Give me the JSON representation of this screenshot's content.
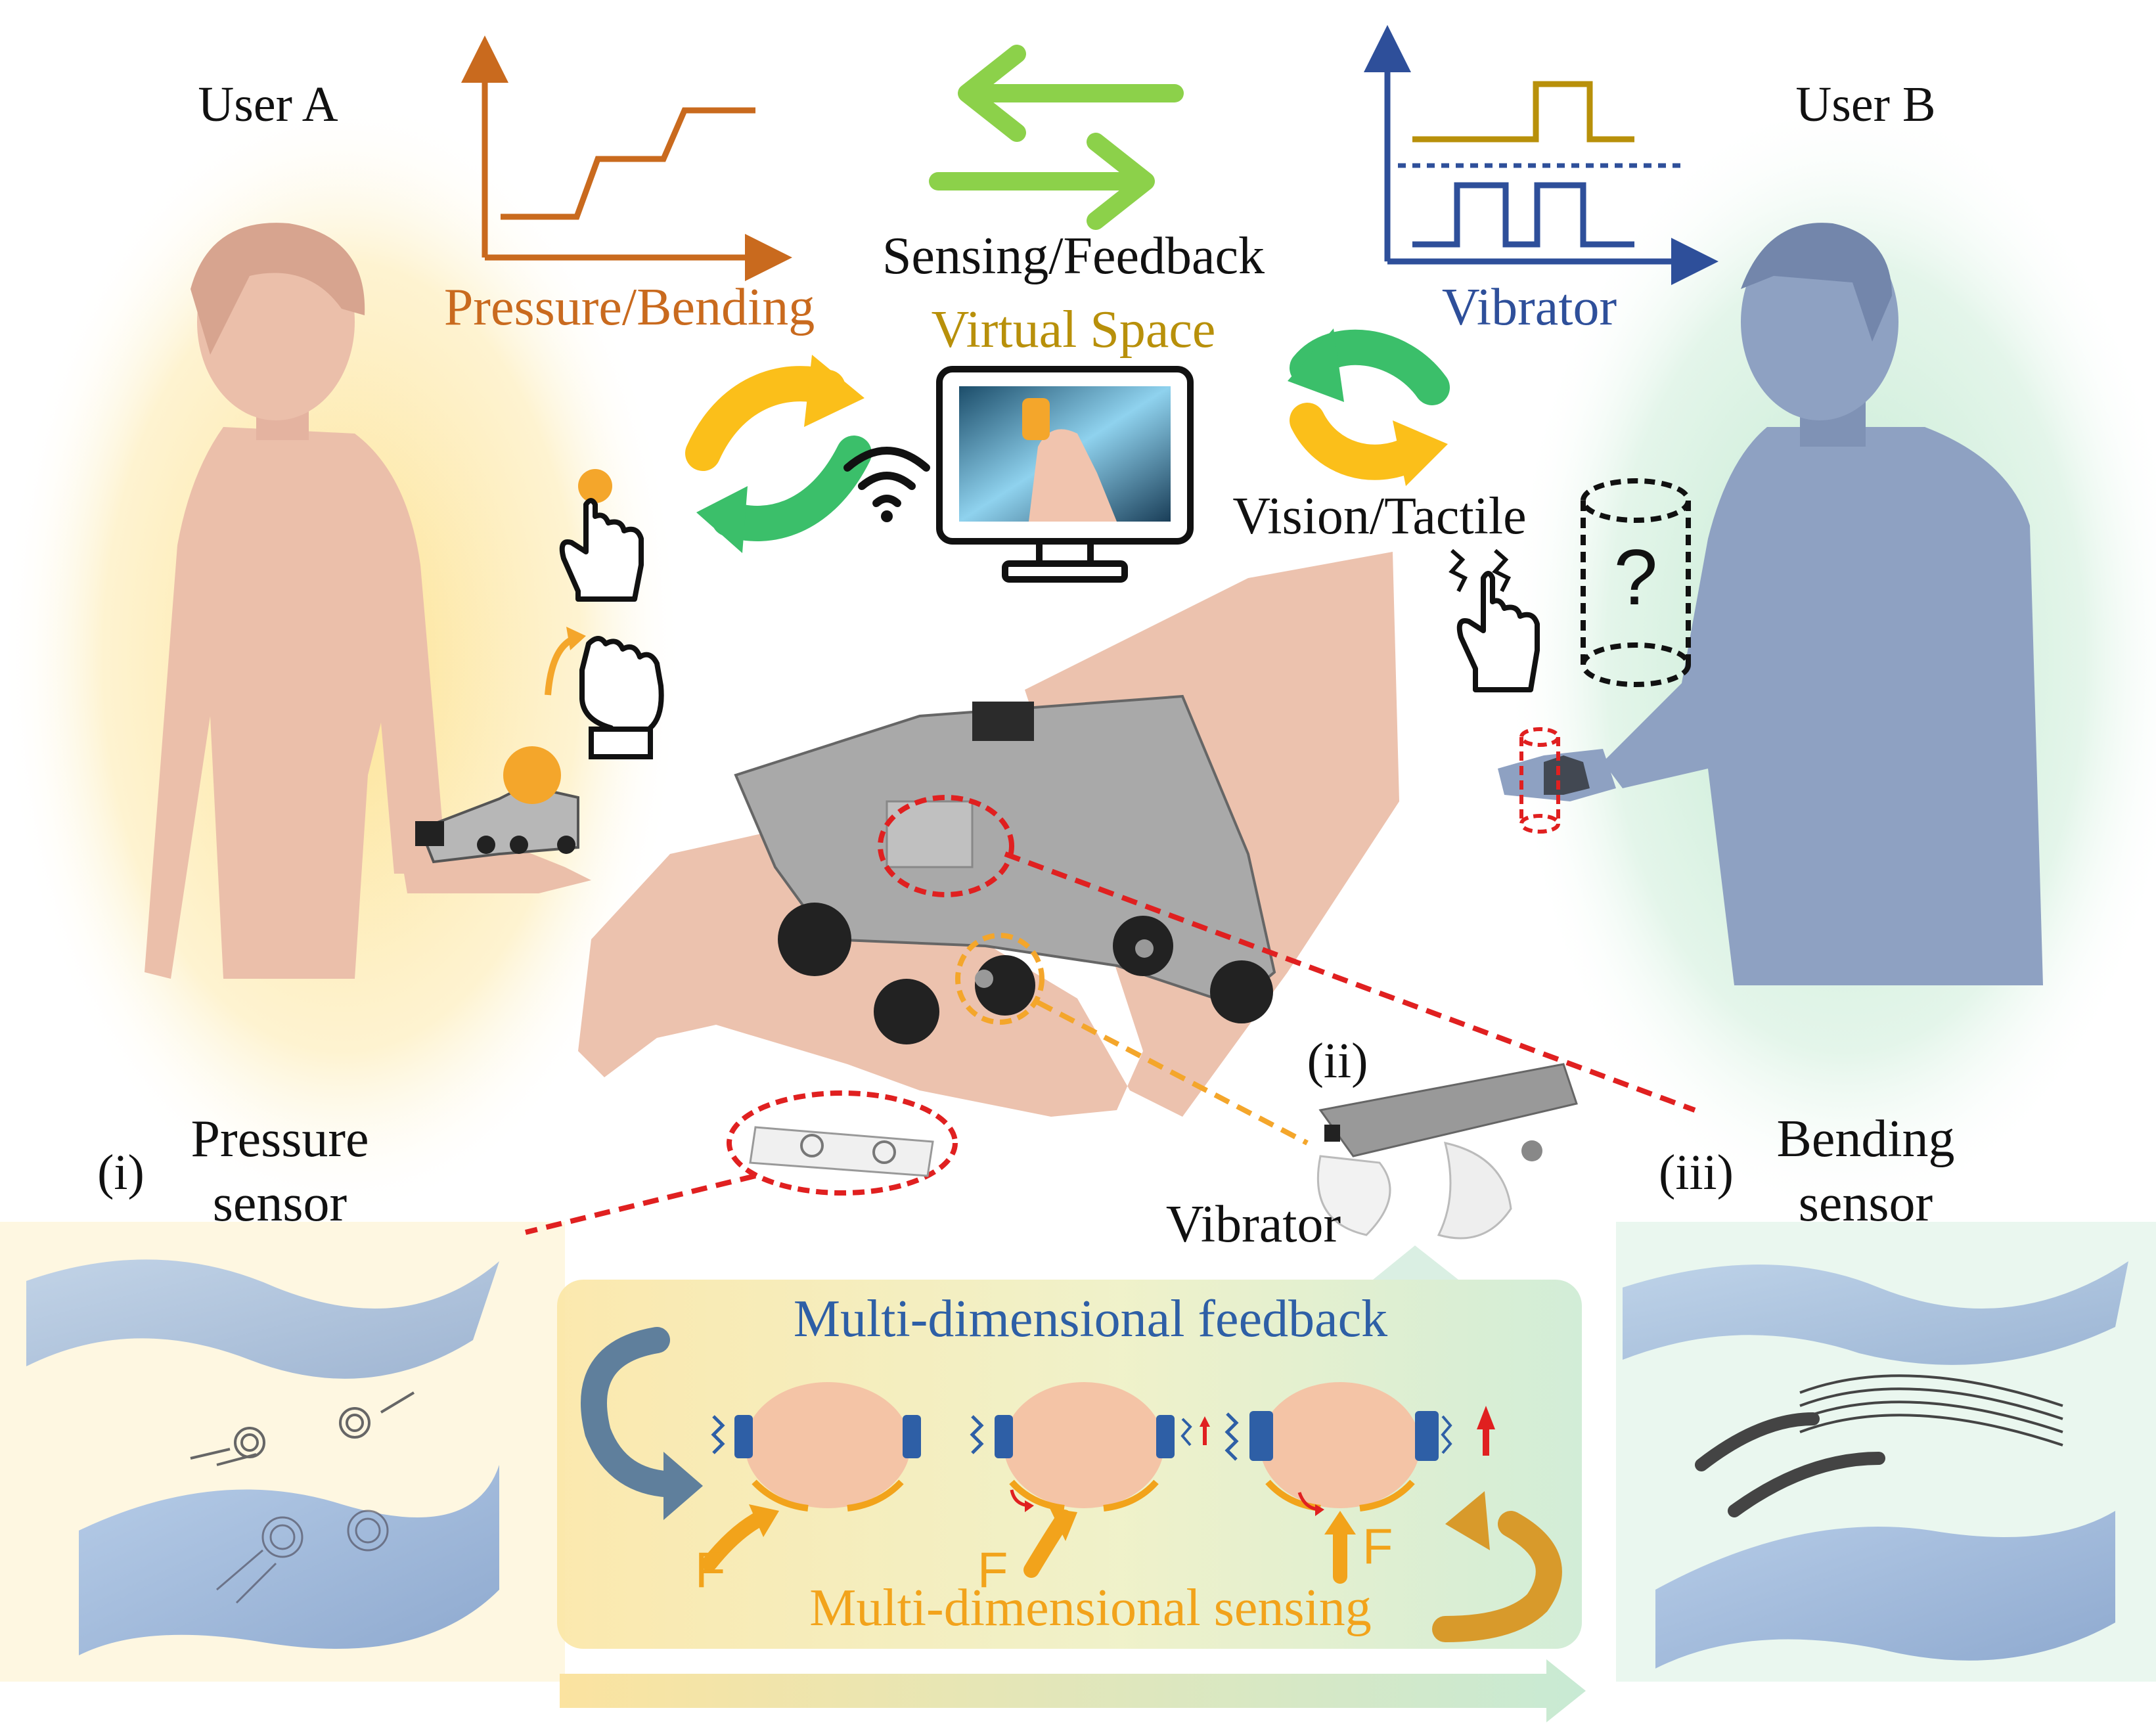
{
  "labels": {
    "user_a": "User A",
    "user_b": "User B",
    "pressure_bending": "Pressure/Bending",
    "sensing_feedback": "Sensing/Feedback",
    "virtual_space": "Virtual Space",
    "vibrator_top": "Vibrator",
    "vision_tactile": "Vision/Tactile",
    "question_mark": "?",
    "roman_i": "(i)",
    "pressure_sensor_line1": "Pressure",
    "pressure_sensor_line2": "sensor",
    "roman_ii": "(ii)",
    "roman_iii": "(iii)",
    "bending_sensor_line1": "Bending",
    "bending_sensor_line2": "sensor",
    "vibrator_bottom": "Vibrator",
    "multi_feedback": "Multi-dimensional feedback",
    "multi_sensing": "Multi-dimensional sensing",
    "force_label": "F"
  },
  "colors": {
    "orange_text": "#c96a1e",
    "gold_text": "#b8900a",
    "blue_text": "#2e4f9a",
    "feedback_blue": "#2e5fa6",
    "sensing_orange": "#f2a31b",
    "green_arrow": "#8cd14a",
    "yellow_glow": "#fde9a8",
    "green_glow": "#cfeedd",
    "skin": "#ebbfaa",
    "user_b_body": "#8ea1c2",
    "red_dash": "#e02020"
  }
}
